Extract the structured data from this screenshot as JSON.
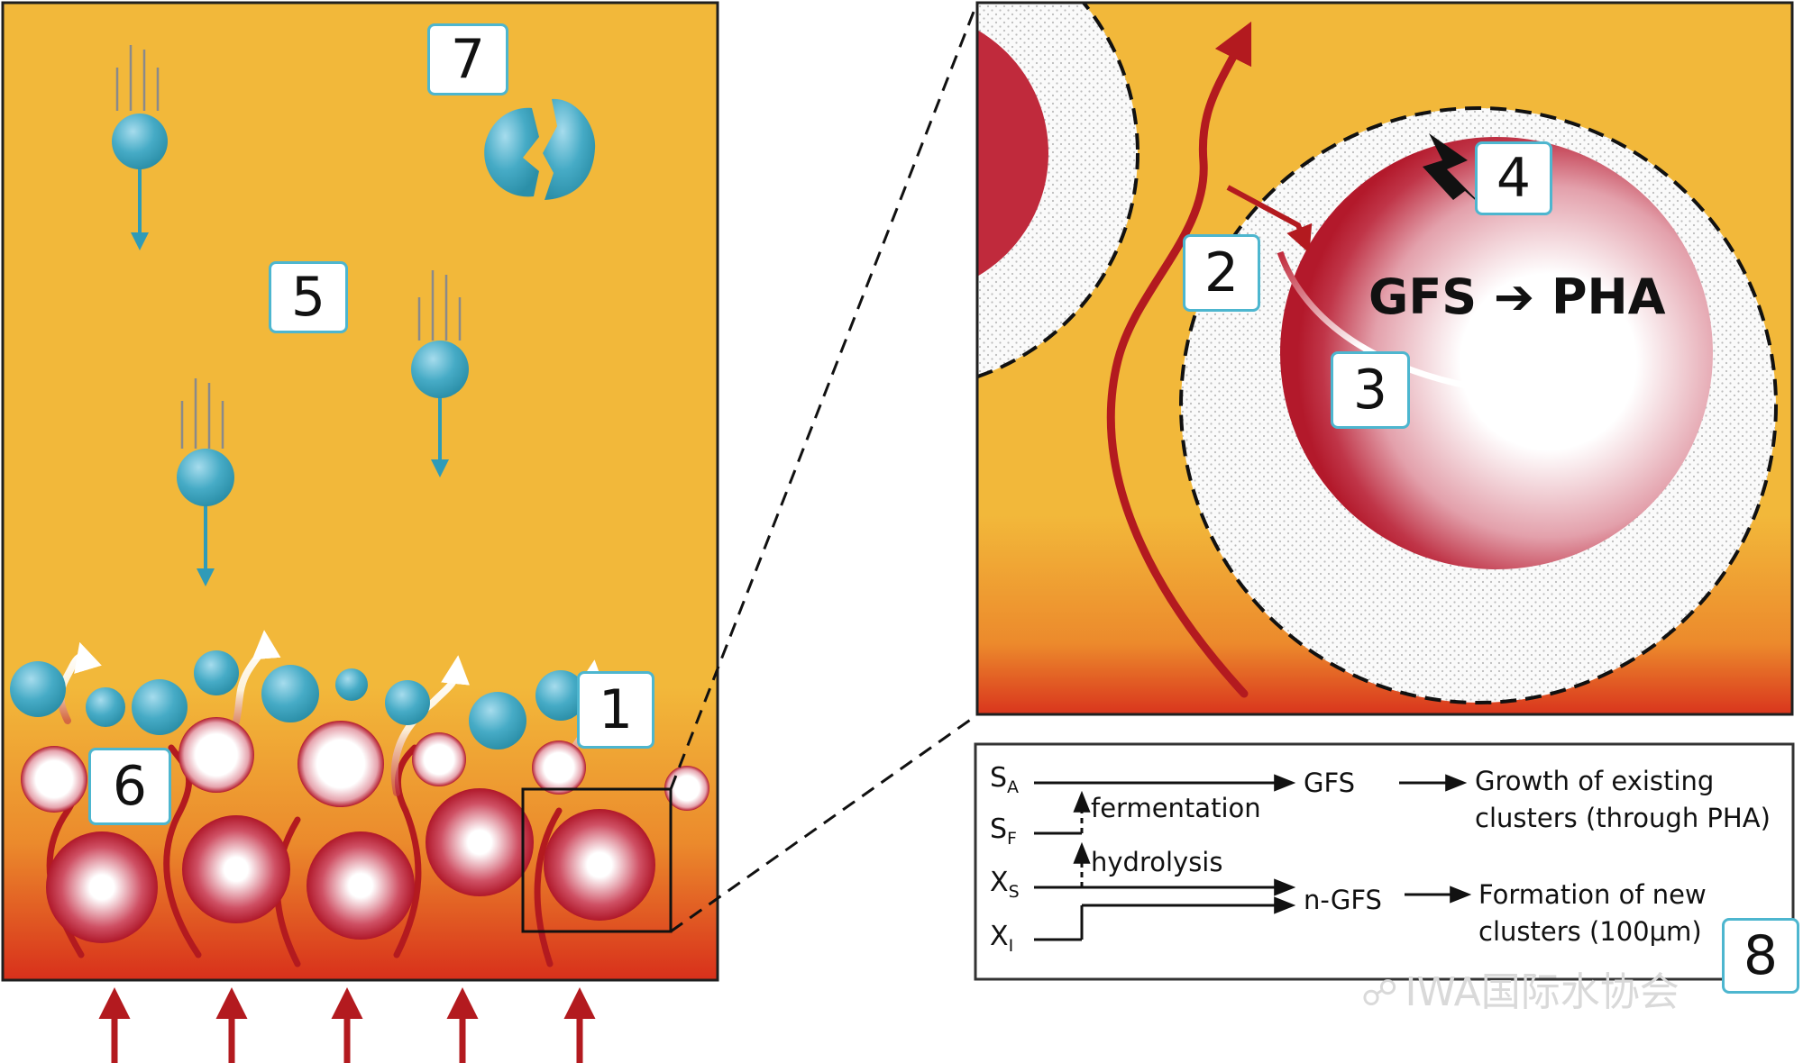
{
  "panels": {
    "reactor": {
      "colors": {
        "bulk": "#f2b83a",
        "bottom": "#d8301b",
        "border": "#1f1f1f"
      }
    },
    "zoom": {
      "colors": {
        "granule_edge": "#b31a2c",
        "granule_core": "#ffffff",
        "floc_dots": "#b9b9b9"
      }
    },
    "legend": {
      "border": "#333333"
    }
  },
  "labels": {
    "n1": "1",
    "n2": "2",
    "n3": "3",
    "n4": "4",
    "n5": "5",
    "n6": "6",
    "n7": "7",
    "n8": "8",
    "equation": "GFS ➔ PHA"
  },
  "legend": {
    "symbols": {
      "sa": {
        "main": "S",
        "sub": "A"
      },
      "sf": {
        "main": "S",
        "sub": "F"
      },
      "xs": {
        "main": "X",
        "sub": "S"
      },
      "xi": {
        "main": "X",
        "sub": "I"
      }
    },
    "processes": {
      "fermentation": "fermentation",
      "hydrolysis": "hydrolysis"
    },
    "products": {
      "gfs": "GFS",
      "ngfs": "n-GFS"
    },
    "outcomes": {
      "growth_line1": "Growth of existing",
      "growth_line2": "clusters (through PHA)",
      "formation_line1": "Formation of new",
      "formation_line2": "clusters (100μm)"
    }
  },
  "watermark": {
    "text": "IWA国际水协会",
    "icon": "wechat-icon"
  },
  "colors": {
    "teal": "#3aa7c2",
    "red": "#b31a1f",
    "label_border": "#4db6cf"
  }
}
